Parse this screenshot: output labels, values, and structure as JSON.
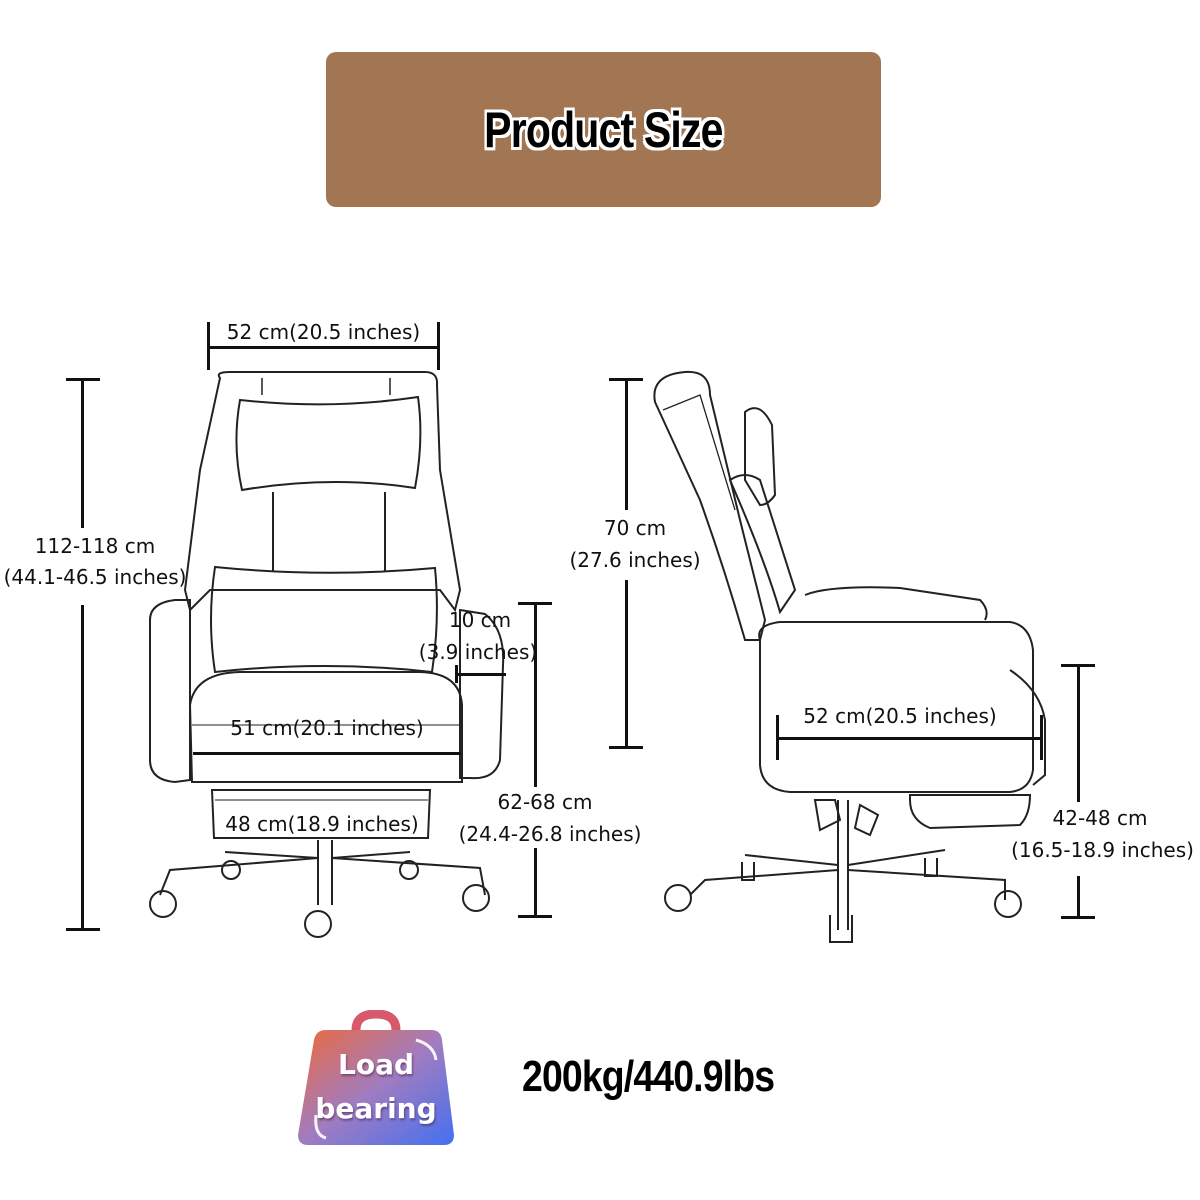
{
  "header": {
    "title": "Product Size",
    "background_color": "#a27553"
  },
  "front_view": {
    "top_width": {
      "value": "52 cm(20.5 inches)"
    },
    "total_height": {
      "cm": "112-118 cm",
      "inches": "(44.1-46.5 inches)"
    },
    "armrest_height": {
      "cm": "10 cm",
      "inches": "(3.9 inches)"
    },
    "seat_width": {
      "value": "51 cm(20.1 inches)"
    },
    "footrest_width": {
      "value": "48 cm(18.9 inches)"
    },
    "armrest_to_floor": {
      "cm": "62-68 cm",
      "inches": "(24.4-26.8 inches)"
    }
  },
  "side_view": {
    "backrest_height": {
      "cm": "70 cm",
      "inches": "(27.6 inches)"
    },
    "seat_depth": {
      "value": "52 cm(20.5 inches)"
    },
    "seat_height": {
      "cm": "42-48 cm",
      "inches": "(16.5-18.9 inches)"
    }
  },
  "load": {
    "badge_line1": "Load",
    "badge_line2": "bearing",
    "value": "200kg/440.9lbs",
    "badge_gradient": [
      "#ee6a3d",
      "#8f78c8",
      "#4a6fee"
    ]
  }
}
